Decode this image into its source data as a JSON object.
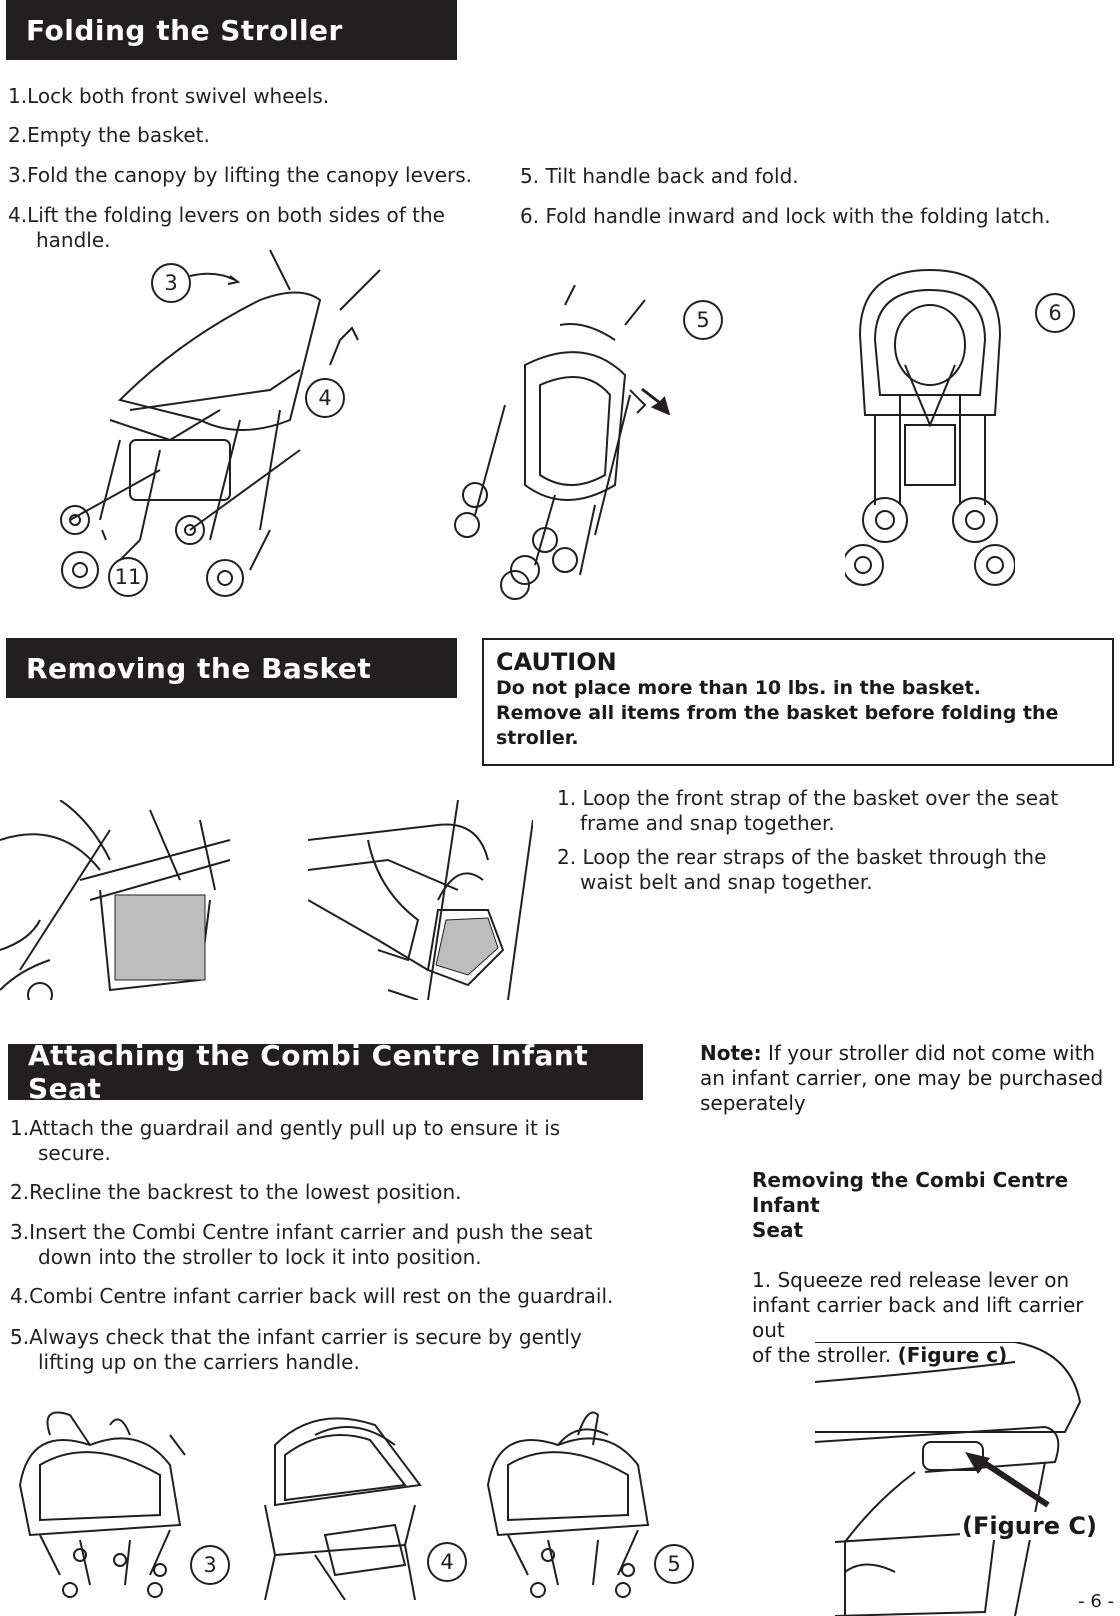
{
  "folding": {
    "title": "Folding the Stroller",
    "steps": [
      {
        "num": "1.",
        "text": "Lock both front swivel wheels."
      },
      {
        "num": "2.",
        "text": "Empty the basket."
      },
      {
        "num": "3.",
        "text": "Fold the canopy by lifting the canopy levers."
      },
      {
        "num": "4.",
        "text": "Lift the folding levers on both sides of the",
        "cont": "handle."
      },
      {
        "num": "5.",
        "text": "Tilt handle back and fold."
      },
      {
        "num": "6.",
        "text": "Fold handle inward and lock with the folding latch."
      }
    ],
    "callouts": [
      "3",
      "4",
      "11",
      "5",
      "6"
    ]
  },
  "basket": {
    "title": "Removing the Basket",
    "caution": {
      "title": "CAUTION",
      "line1": "Do not place more than 10 lbs. in the basket.",
      "line2": "Remove all items from the basket before folding the",
      "line3": "stroller."
    },
    "steps": [
      {
        "text": "1. Loop the front strap of the basket over the seat",
        "cont": "frame and snap together."
      },
      {
        "text": "2. Loop the rear straps of the basket through the",
        "cont": "waist belt and snap together."
      }
    ]
  },
  "infant": {
    "title": "Attaching the Combi Centre Infant Seat",
    "note_label": "Note:",
    "note_text": " If your stroller did not come with",
    "note_line2": "an infant carrier, one may be purchased",
    "note_line3": "seperately",
    "steps": [
      {
        "num": "1.",
        "text": "Attach the guardrail and gently pull up to ensure it is",
        "cont": "secure."
      },
      {
        "num": "2.",
        "text": "Recline the backrest to the lowest position."
      },
      {
        "num": "3.",
        "text": "Insert the Combi Centre infant carrier and push the seat",
        "cont": "down into the stroller to lock it into position."
      },
      {
        "num": "4.",
        "text": "Combi Centre infant carrier back will rest on the guardrail."
      },
      {
        "num": "5.",
        "text": "Always check that the infant carrier is secure by gently",
        "cont": "lifting up on the carriers handle."
      }
    ],
    "callouts": [
      "3",
      "4",
      "5"
    ],
    "removing_title_1": "Removing the Combi Centre Infant",
    "removing_title_2": "Seat",
    "removing_step_1": "1. Squeeze red release lever on",
    "removing_step_2": "infant carrier back and lift carrier out",
    "removing_step_3": "of the stroller.  ",
    "removing_fig_open": "(",
    "removing_fig_label": "Figure c",
    "removing_fig_close": ")",
    "figure_c_label": "(Figure C)"
  },
  "page_number": "- 6 -"
}
